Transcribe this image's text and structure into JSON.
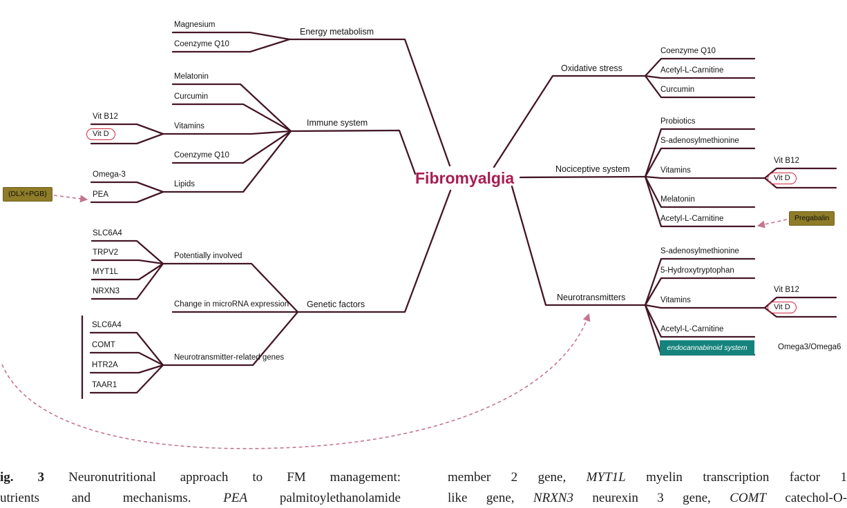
{
  "mindmap": {
    "center": "Fibromyalgia",
    "left": {
      "energy": {
        "label": "Energy metabolism",
        "children": [
          "Magnesium",
          "Coenzyme Q10"
        ]
      },
      "immune": {
        "label": "Immune system",
        "melatonin": "Melatonin",
        "curcumin": "Curcumin",
        "vitamins": {
          "label": "Vitamins",
          "b12": "Vit B12",
          "d": "Vit D"
        },
        "coq10": "Coenzyme Q10",
        "lipids": {
          "label": "Lipids",
          "omega3": "Omega-3",
          "pea": "PEA"
        }
      },
      "genetic": {
        "label": "Genetic factors",
        "potentially": {
          "label": "Potentially involved",
          "genes": [
            "SLC6A4",
            "TRPV2",
            "MYT1L",
            "NRXN3"
          ]
        },
        "microrna": "Change in microRNA expression",
        "nt_genes": {
          "label": "Neurotransmitter-related genes",
          "genes": [
            "SLC6A4",
            "COMT",
            "HTR2A",
            "TAAR1"
          ]
        }
      },
      "dlx_pgb": "(DLX+PGB)"
    },
    "right": {
      "oxidative": {
        "label": "Oxidative stress",
        "children": [
          "Coenzyme Q10",
          "Acetyl-L-Carnitine",
          "Curcumin"
        ]
      },
      "nociceptive": {
        "label": "Nociceptive system",
        "probiotics": "Probiotics",
        "sam": "S-adenosylmethionine",
        "vitamins": {
          "label": "Vitamins",
          "b12": "Vit B12",
          "d": "Vit D"
        },
        "melatonin": "Melatonin",
        "alc": "Acetyl-L-Carnitine",
        "pregabalin": "Pregabalin"
      },
      "neuro": {
        "label": "Neurotransmitters",
        "sam": "S-adenosylmethionine",
        "htp": "5-Hydroxytryptophan",
        "vitamins": {
          "label": "Vitamins",
          "b12": "Vit B12",
          "d": "Vit D"
        },
        "alc": "Acetyl-L-Carnitine",
        "endocannabinoid": "endocannabinoid system",
        "omega": "Omega3/Omega6"
      }
    },
    "colors": {
      "line": "#431526",
      "center_text": "#a81d52",
      "dashed": "#c4748e",
      "oval_stroke": "#cf2740",
      "gold_box": "#8e7c28",
      "teal_box": "#15837c"
    }
  },
  "caption": {
    "left": {
      "line1_bold": "ig. 3",
      "line1_rest": "Neuronutritional approach to FM management:",
      "line2_pre": "utrients and mechanisms.",
      "line2_italic": "PEA",
      "line2_post": "palmitoylethanolamide"
    },
    "right": {
      "line1_pre": "member 2 gene,",
      "line1_italic": "MYT1L",
      "line1_post": "myelin transcription factor 1",
      "line2_pre": "like gene,",
      "line2_italic1": "NRXN3",
      "line2_mid": "neurexin 3 gene,",
      "line2_italic2": "COMT",
      "line2_post": "catechol-O-"
    }
  }
}
